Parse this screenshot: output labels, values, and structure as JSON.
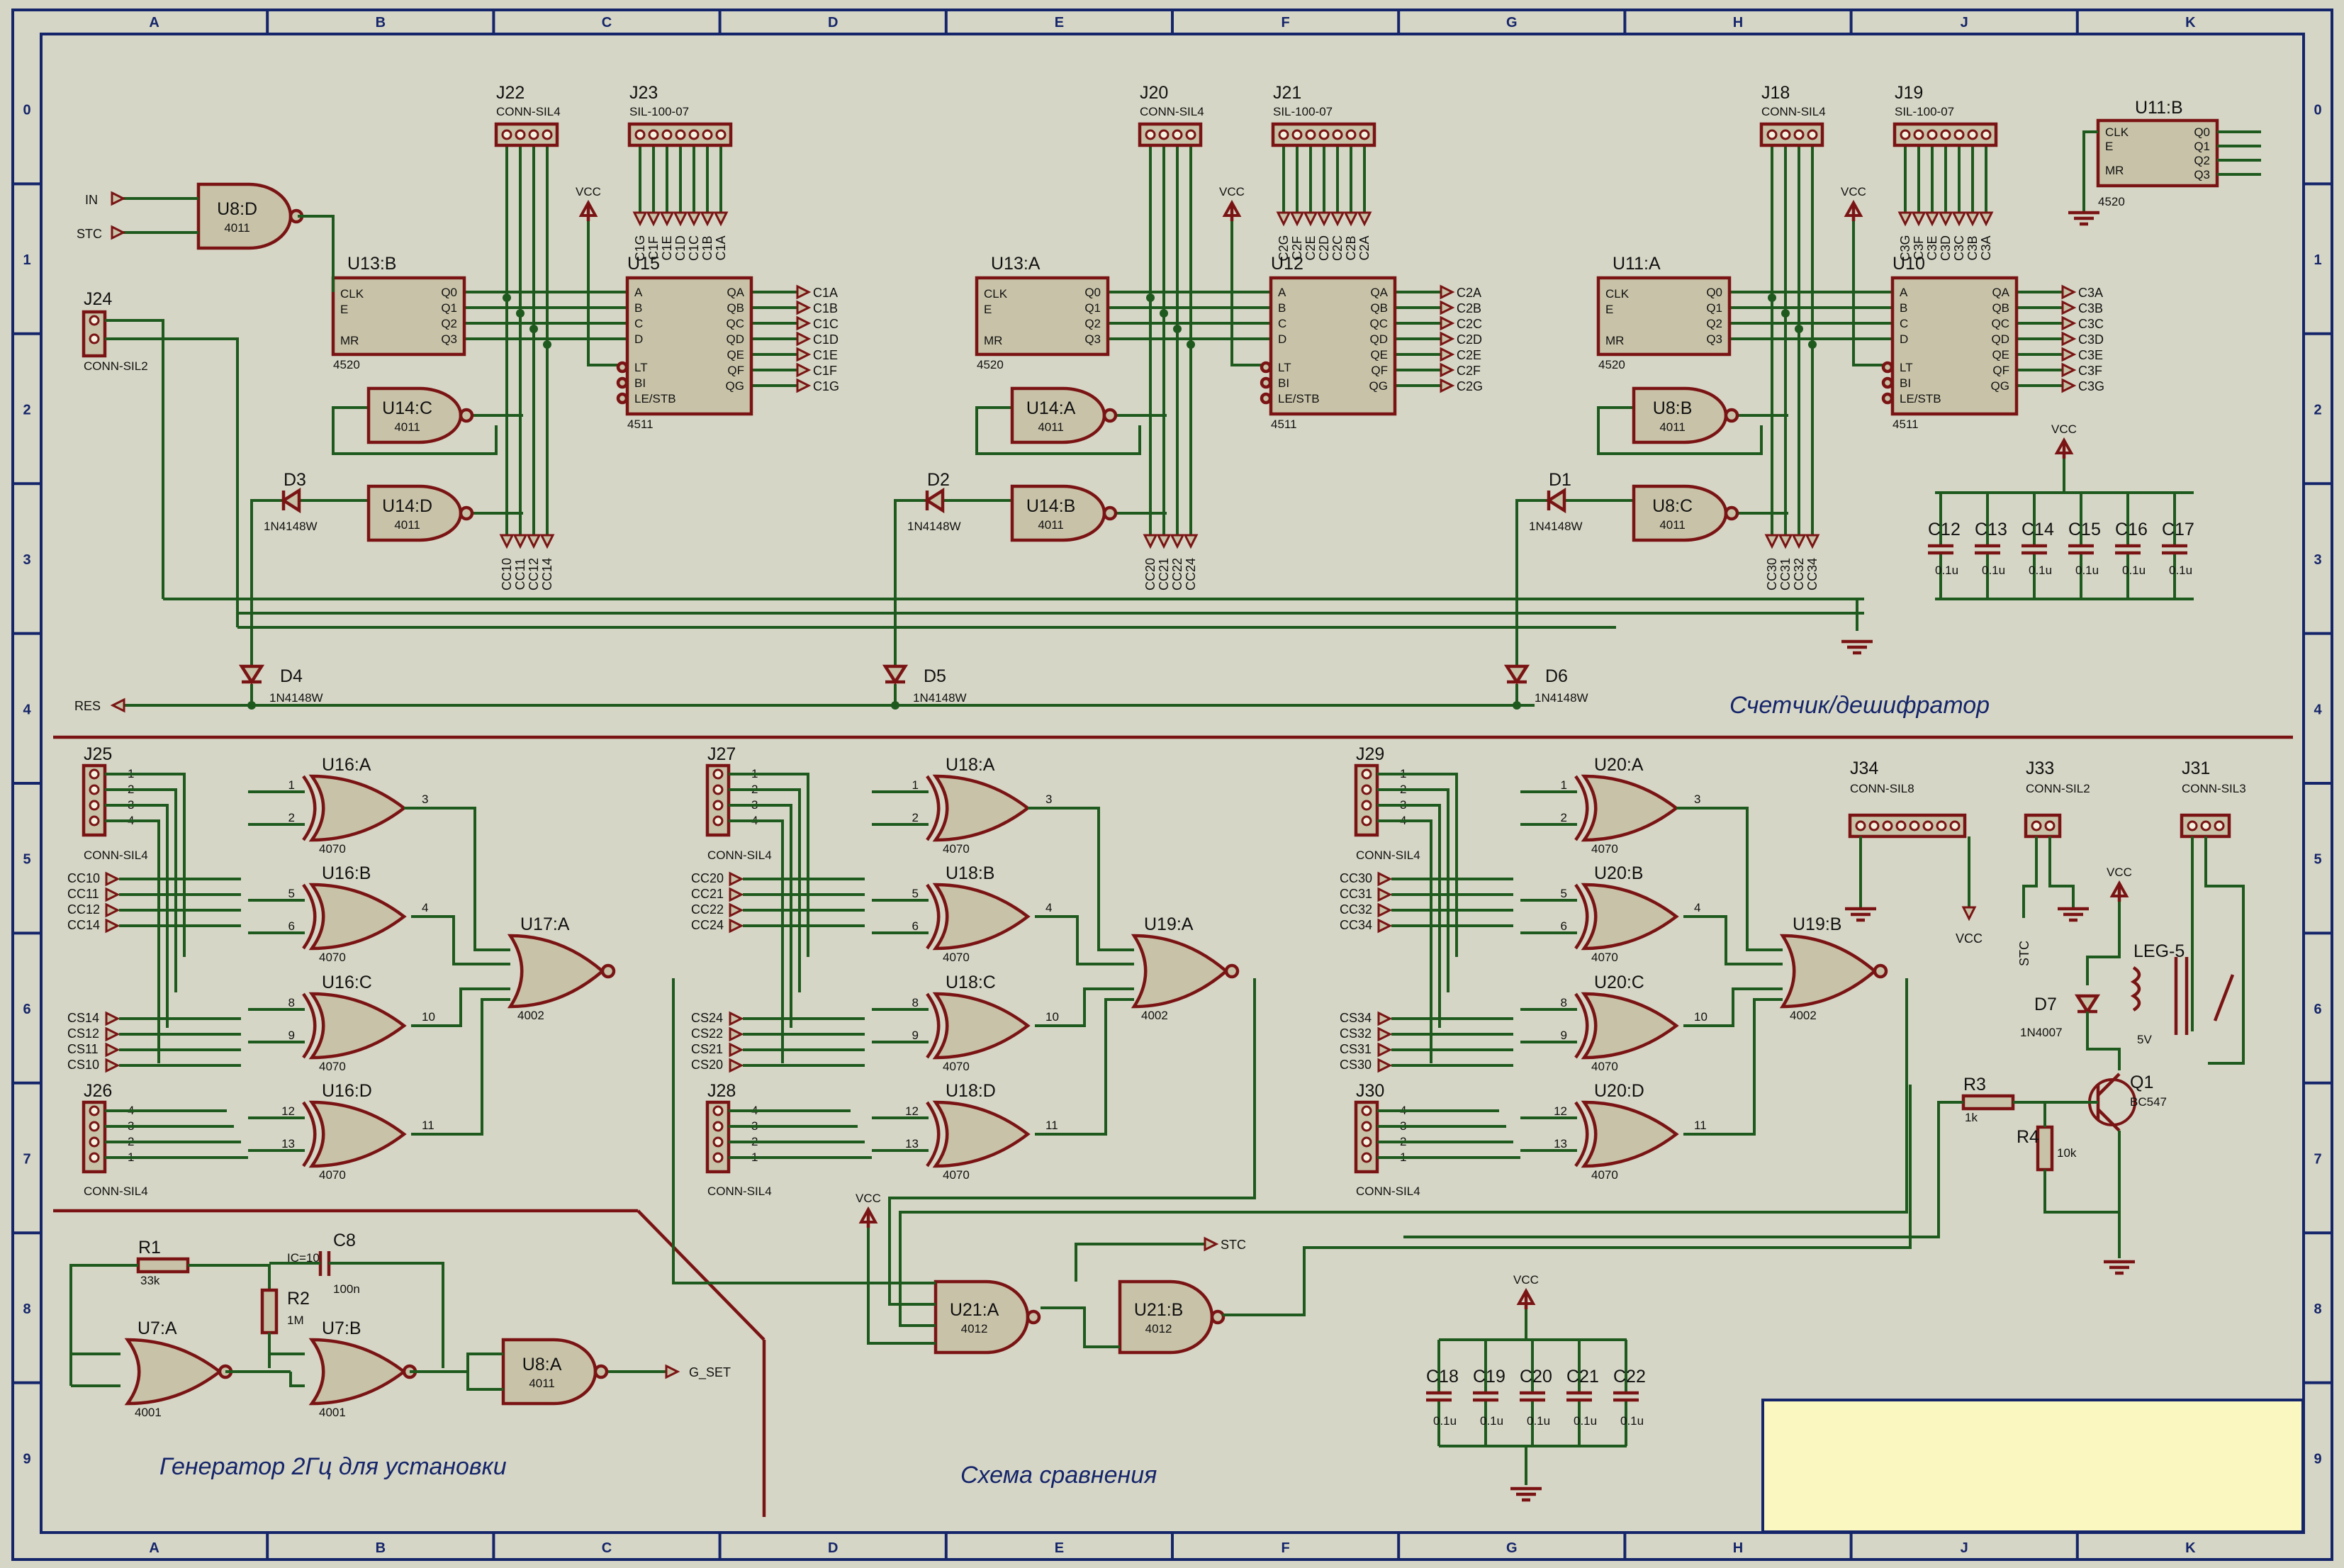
{
  "sheet": {
    "columns": [
      "A",
      "B",
      "C",
      "D",
      "E",
      "F",
      "G",
      "H",
      "J",
      "K"
    ],
    "rows": [
      "0",
      "1",
      "2",
      "3",
      "4",
      "5",
      "6",
      "7",
      "8",
      "9"
    ],
    "section_titles": {
      "counter": "Счетчик/дешифратор",
      "compare": "Схема сравнения",
      "generator": "Генератор 2Гц для установки"
    }
  },
  "blocks": [
    {
      "id": "b1",
      "counter": "U13:B",
      "decoder": "U15",
      "nand_top": "U14:C",
      "nand_bot": "U14:D",
      "diode": "D3",
      "diode_bottom": "D4",
      "conn_cc": "J22",
      "conn_seg": "J23",
      "cc_pins": [
        "CC10",
        "CC11",
        "CC12",
        "CC14"
      ],
      "seg_outputs": [
        "C1A",
        "C1B",
        "C1C",
        "C1D",
        "C1E",
        "C1F",
        "C1G"
      ],
      "seg_top": [
        "C1G",
        "C1F",
        "C1E",
        "C1D",
        "C1C",
        "C1B",
        "C1A"
      ]
    },
    {
      "id": "b2",
      "counter": "U13:A",
      "decoder": "U12",
      "nand_top": "U14:A",
      "nand_bot": "U14:B",
      "diode": "D2",
      "diode_bottom": "D5",
      "conn_cc": "J20",
      "conn_seg": "J21",
      "cc_pins": [
        "CC20",
        "CC21",
        "CC22",
        "CC24"
      ],
      "seg_outputs": [
        "C2A",
        "C2B",
        "C2C",
        "C2D",
        "C2E",
        "C2F",
        "C2G"
      ],
      "seg_top": [
        "C2G",
        "C2F",
        "C2E",
        "C2D",
        "C2C",
        "C2B",
        "C2A"
      ]
    },
    {
      "id": "b3",
      "counter": "U11:A",
      "decoder": "U10",
      "nand_top": "U8:B",
      "nand_bot": "U8:C",
      "diode": "D1",
      "diode_bottom": "D6",
      "conn_cc": "J18",
      "conn_seg": "J19",
      "cc_pins": [
        "CC30",
        "CC31",
        "CC32",
        "CC34"
      ],
      "seg_outputs": [
        "C3A",
        "C3B",
        "C3C",
        "C3D",
        "C3E",
        "C3F",
        "C3G"
      ],
      "seg_top": [
        "C3G",
        "C3F",
        "C3E",
        "C3D",
        "C3C",
        "C3B",
        "C3A"
      ]
    }
  ],
  "common": {
    "conn_sil4": "CONN-SIL4",
    "conn_sil100": "SIL-100-07",
    "conn_sil2": "CONN-SIL2",
    "conn_sil3": "CONN-SIL3",
    "conn_sil8": "CONN-SIL8",
    "vcc": "VCC",
    "res": "RES",
    "in": "IN",
    "stc": "STC",
    "g_set": "G_SET",
    "counter_part": "4520",
    "decoder_part": "4511",
    "nand_part": "4011",
    "xor_part": "4070",
    "nor_part": "4002",
    "nand4_part": "4012",
    "nor2_part": "4001",
    "diode_part": "1N4148W",
    "counter_pins": [
      "CLK",
      "E",
      "MR",
      "Q0",
      "Q1",
      "Q2",
      "Q3"
    ],
    "decoder_pins_left": [
      "A",
      "B",
      "C",
      "D",
      "LT",
      "BI",
      "LE/STB"
    ],
    "decoder_pins_right": [
      "QA",
      "QB",
      "QC",
      "QD",
      "QE",
      "QF",
      "QG"
    ]
  },
  "top_misc": {
    "j24": "J24",
    "u8d": "U8:D",
    "u11b": "U11:B",
    "caps": [
      "C12",
      "C13",
      "C14",
      "C15",
      "C16",
      "C17"
    ],
    "cap_val": "0.1u"
  },
  "compare": [
    {
      "id": "g1",
      "j_top": "J25",
      "j_bot": "J26",
      "xors": [
        "U16:A",
        "U16:B",
        "U16:C",
        "U16:D"
      ],
      "nor": "U17:A",
      "left_top": [
        "CC10",
        "CC11",
        "CC12",
        "CC14"
      ],
      "left_bot": [
        "CS14",
        "CS12",
        "CS11",
        "CS10"
      ]
    },
    {
      "id": "g2",
      "j_top": "J27",
      "j_bot": "J28",
      "xors": [
        "U18:A",
        "U18:B",
        "U18:C",
        "U18:D"
      ],
      "nor": "U19:A",
      "left_top": [
        "CC20",
        "CC21",
        "CC22",
        "CC24"
      ],
      "left_bot": [
        "CS24",
        "CS22",
        "CS21",
        "CS20"
      ]
    },
    {
      "id": "g3",
      "j_top": "J29",
      "j_bot": "J30",
      "xors": [
        "U20:A",
        "U20:B",
        "U20:C",
        "U20:D"
      ],
      "nor": "U19:B",
      "left_top": [
        "CC30",
        "CC31",
        "CC32",
        "CC34"
      ],
      "left_bot": [
        "CS34",
        "CS32",
        "CS31",
        "CS30"
      ]
    }
  ],
  "compare_misc": {
    "u21a": "U21:A",
    "u21b": "U21:B"
  },
  "right_misc": {
    "j34": "J34",
    "j33": "J33",
    "j31": "J31",
    "relay": "LEG-5",
    "relay_val": "5V",
    "d7": "D7",
    "d7_part": "1N4007",
    "q1": "Q1",
    "q1_part": "BC547",
    "r3": "R3",
    "r3_val": "1k",
    "r4": "R4",
    "r4_val": "10k",
    "caps": [
      "C18",
      "C19",
      "C20",
      "C21",
      "C22"
    ],
    "cap_val": "0.1u"
  },
  "generator": {
    "r1": "R1",
    "r1_val": "33k",
    "r2": "R2",
    "r2_val": "1M",
    "c8": "C8",
    "c8_val": "100n",
    "c8_ic": "IC=10",
    "u7a": "U7:A",
    "u7b": "U7:B",
    "u8a": "U8:A"
  }
}
